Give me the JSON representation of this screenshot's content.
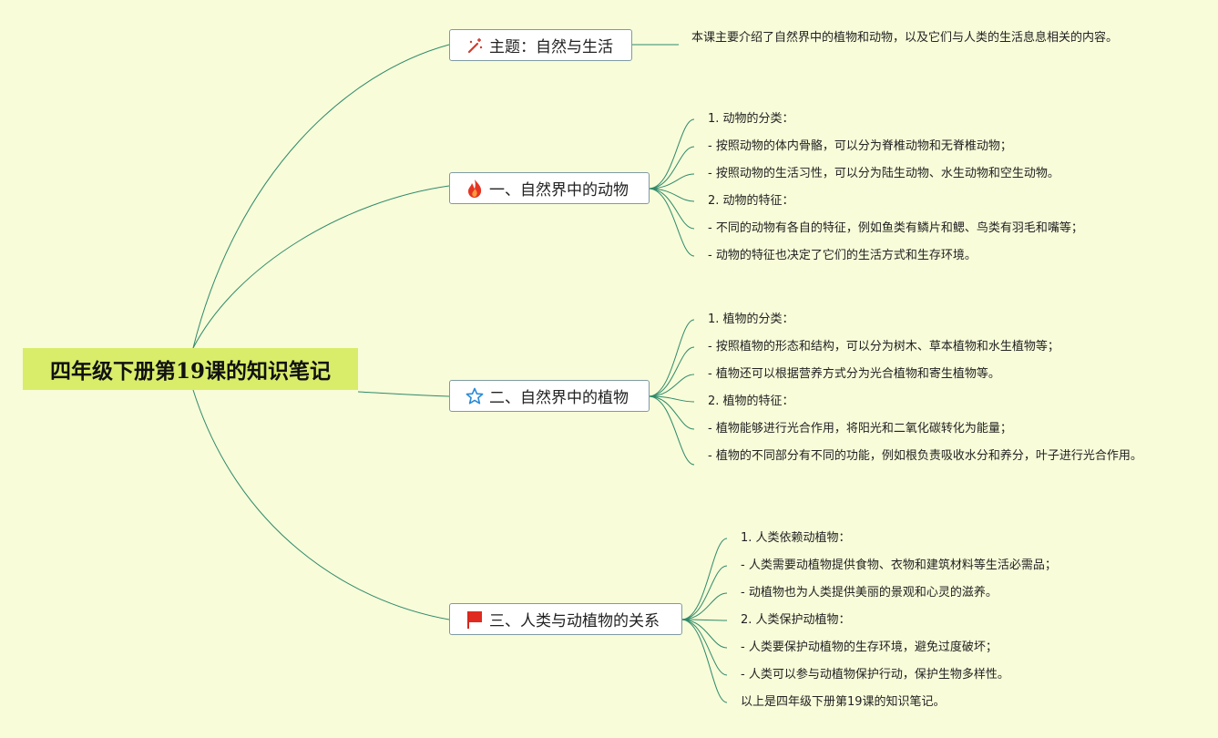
{
  "root": {
    "title": "四年级下册第19课的知识笔记"
  },
  "branches": [
    {
      "icon": "magic-wand-icon",
      "label": "主题：自然与生活",
      "leaves": [
        "本课主要介绍了自然界中的植物和动物，以及它们与人类的生活息息相关的内容。"
      ]
    },
    {
      "icon": "fire-icon",
      "label": "一、自然界中的动物",
      "leaves": [
        "1. 动物的分类：",
        "- 按照动物的体内骨骼，可以分为脊椎动物和无脊椎动物；",
        "- 按照动物的生活习性，可以分为陆生动物、水生动物和空生动物。",
        "2. 动物的特征：",
        "- 不同的动物有各自的特征，例如鱼类有鳞片和鳃、鸟类有羽毛和嘴等；",
        "- 动物的特征也决定了它们的生活方式和生存环境。"
      ]
    },
    {
      "icon": "star-icon",
      "label": "二、自然界中的植物",
      "leaves": [
        "1. 植物的分类：",
        "- 按照植物的形态和结构，可以分为树木、草本植物和水生植物等；",
        "- 植物还可以根据营养方式分为光合植物和寄生植物等。",
        "2. 植物的特征：",
        "- 植物能够进行光合作用，将阳光和二氧化碳转化为能量；",
        "- 植物的不同部分有不同的功能，例如根负责吸收水分和养分，叶子进行光合作用。"
      ]
    },
    {
      "icon": "flag-icon",
      "label": "三、人类与动植物的关系",
      "leaves": [
        "1. 人类依赖动植物：",
        "- 人类需要动植物提供食物、衣物和建筑材料等生活必需品；",
        "- 动植物也为人类提供美丽的景观和心灵的滋养。",
        "2. 人类保护动植物：",
        "- 人类要保护动植物的生存环境，避免过度破坏；",
        "- 人类可以参与动植物保护行动，保护生物多样性。",
        "以上是四年级下册第19课的知识笔记。"
      ]
    }
  ],
  "colors": {
    "background": "#f8fcd9",
    "root_fill": "#d9ed6a",
    "connector": "#2e8a6a"
  }
}
